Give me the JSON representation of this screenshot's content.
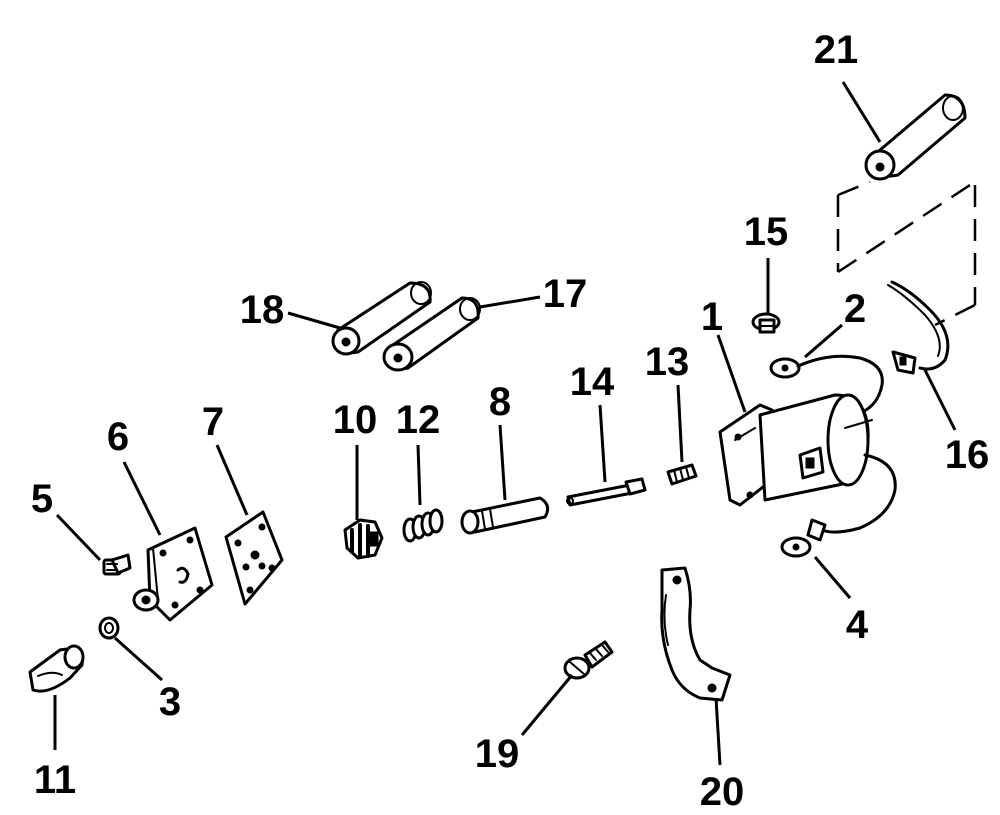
{
  "callouts": {
    "c1": "1",
    "c2": "2",
    "c3": "3",
    "c4": "4",
    "c5": "5",
    "c6": "6",
    "c7": "7",
    "c8": "8",
    "c10": "10",
    "c11": "11",
    "c12": "12",
    "c13": "13",
    "c14": "14",
    "c15": "15",
    "c16": "16",
    "c17": "17",
    "c18": "18",
    "c19": "19",
    "c20": "20",
    "c21": "21"
  },
  "colors": {
    "ink": "#000000",
    "paper": "#ffffff"
  }
}
